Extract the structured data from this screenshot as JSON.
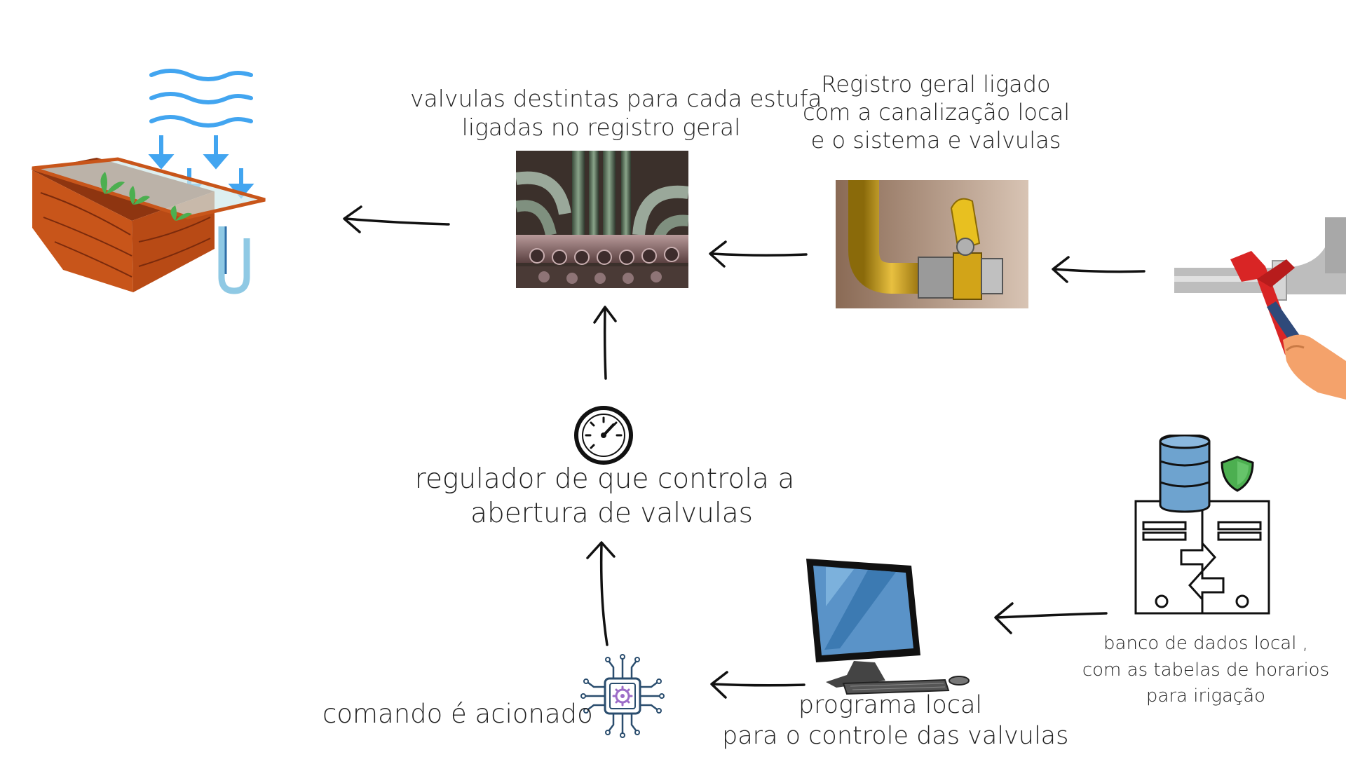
{
  "colors": {
    "water": "#42a5f0",
    "wood": "#c8551a",
    "wood_dark": "#8e3510",
    "pipe_yellow": "#d2a418",
    "monitor_screen": "#5a93c8",
    "db_blue": "#6ea3cf",
    "shield_green": "#4caf50",
    "wrench_red": "#d92525"
  },
  "nodes": {
    "valves": {
      "label_lines": [
        "valvulas destintas para cada estufa",
        "ligadas no registro geral"
      ]
    },
    "registro": {
      "label_lines": [
        "Registro geral ligado",
        "com a canalização local",
        "e o sistema e valvulas"
      ]
    },
    "regulator": {
      "label_lines": [
        "regulador de que controla a",
        "abertura de valvulas"
      ]
    },
    "command": {
      "label": "comando é acionado"
    },
    "program": {
      "label_lines": [
        "programa  local",
        "para o controle das valvulas"
      ]
    },
    "database": {
      "label_lines": [
        "banco de dados local ,",
        "com as tabelas  de horarios",
        "para irigação"
      ]
    }
  },
  "icons": [
    "greenhouse-icon",
    "pipes-photo",
    "gas-valve-photo",
    "plumbing-wrench-icon",
    "gauge-icon",
    "database-server-icon",
    "computer-monitor-icon",
    "chip-icon"
  ]
}
